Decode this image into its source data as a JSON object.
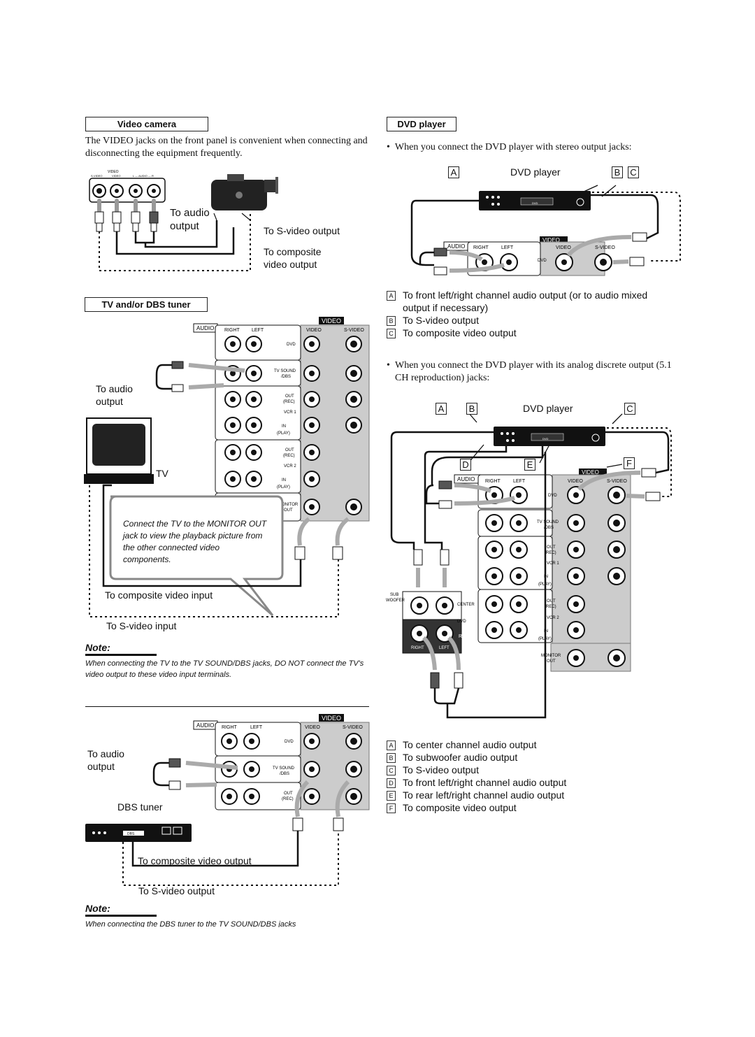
{
  "video_camera": {
    "heading": "Video camera",
    "body": "The VIDEO jacks on the front panel is convenient when connecting and disconnecting the equipment frequently.",
    "panel_labels": {
      "group": "VIDEO",
      "svideo": "S-VIDEO",
      "video": "VIDEO",
      "audio": "L — AUDIO — R"
    },
    "label_audio": "To audio output",
    "label_svideo": "To S-video output",
    "label_composite": "To composite video output"
  },
  "tv_dbs": {
    "heading": "TV and/or DBS tuner",
    "label_audio": "To audio output",
    "label_tv": "TV",
    "callout": "Connect the TV to the MONITOR OUT jack to view the playback picture from the other connected video components.",
    "label_composite_in": "To composite video input",
    "label_svideo_in": "To S-video input",
    "note_heading": "Note:",
    "note_text": "When connecting the TV to the TV SOUND/DBS jacks, DO NOT connect the TV's video output to these video input terminals."
  },
  "rear_panel": {
    "audio": "AUDIO",
    "right": "RIGHT",
    "left": "LEFT",
    "video_group": "VIDEO",
    "video": "VIDEO",
    "svideo": "S-VIDEO",
    "dvd": "DVD",
    "tv_sound": "TV SOUND",
    "dbs": "/DBS",
    "out": "OUT",
    "rec": "(REC)",
    "vcr1": "VCR 1",
    "in": "IN",
    "play": "(PLAY)",
    "vcr2": "VCR 2",
    "monitor": "MONITOR",
    "monitor_out": "OUT",
    "sub": "SUB",
    "woofer": "WOOFER",
    "center": "CENTER",
    "rear": "REAR",
    "r_right": "RIGHT",
    "r_left": "LEFT"
  },
  "dbs_tuner": {
    "label_audio": "To audio output",
    "label_device": "DBS tuner",
    "device_badge": "DBS",
    "label_composite": "To composite video output",
    "label_svideo": "To S-video output",
    "note_heading": "Note:",
    "note_text": "When connecting the DBS tuner to the TV SOUND/DBS jacks"
  },
  "dvd_player": {
    "heading": "DVD player",
    "stereo_intro": "When you connect the DVD player with stereo output jacks:",
    "device_label": "DVD player",
    "device_badge": "DVD",
    "stereo_legend": [
      {
        "key": "A",
        "text": "To front left/right channel audio output (or to audio mixed output if necessary)"
      },
      {
        "key": "B",
        "text": "To S-video output"
      },
      {
        "key": "C",
        "text": "To composite video output"
      }
    ],
    "discrete_intro": "When you connect the DVD player with its analog discrete output (5.1 CH reproduction) jacks:",
    "discrete_legend": [
      {
        "key": "A",
        "text": "To center channel audio output"
      },
      {
        "key": "B",
        "text": "To subwoofer audio output"
      },
      {
        "key": "C",
        "text": "To S-video output"
      },
      {
        "key": "D",
        "text": "To front left/right channel audio output"
      },
      {
        "key": "E",
        "text": "To rear left/right channel audio output"
      },
      {
        "key": "F",
        "text": "To composite video output"
      }
    ],
    "keys": [
      "A",
      "B",
      "C",
      "D",
      "E",
      "F"
    ]
  }
}
